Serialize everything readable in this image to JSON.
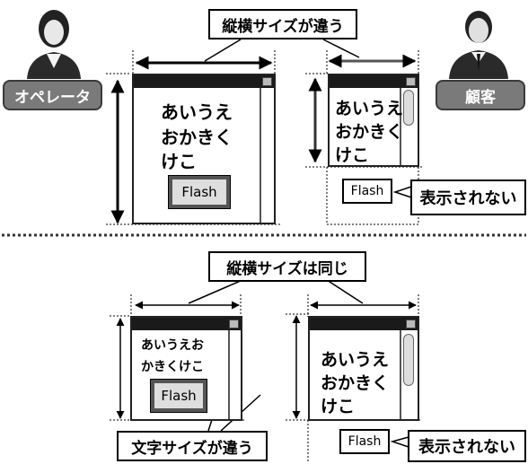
{
  "top": {
    "size_label": "縦横サイズが違う",
    "operator_label": "オペレータ",
    "customer_label": "顧客",
    "left_window_text": "あいうえ\nおかきく\nけこ",
    "right_window_text": "あいうえ\nおかきく\nけこ",
    "left_flash": "Flash",
    "right_flash": "Flash",
    "not_shown": "表示されない"
  },
  "bottom": {
    "size_label": "縦横サイズは同じ",
    "left_window_text": "あいうえお\nかきくけこ",
    "right_window_text": "あいうえ\nおかきく\nけこ",
    "left_flash": "Flash",
    "right_flash": "Flash",
    "font_size_label": "文字サイズが違う",
    "not_shown": "表示されない"
  },
  "colors": {
    "role_bg": "#7a7a7a",
    "titlebar": "#1a1a1a",
    "flash_border": "#555555"
  },
  "icons": [
    "operator-figure-icon",
    "customer-figure-icon",
    "dimension-arrow-icon"
  ]
}
